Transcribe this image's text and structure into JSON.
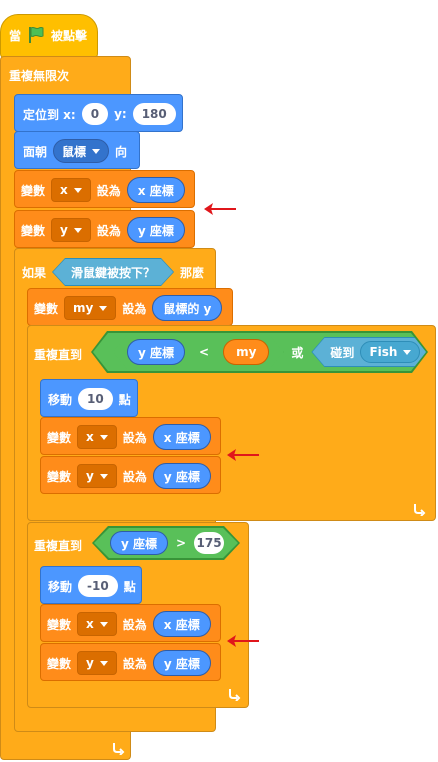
{
  "hat": {
    "when": "當",
    "clicked": "被點擊"
  },
  "forever": {
    "label": "重複無限次"
  },
  "goto": {
    "label": "定位到 x:",
    "x": "0",
    "ylabel": "y:",
    "y": "180"
  },
  "point": {
    "label": "面朝",
    "target": "鼠標",
    "suffix": "向"
  },
  "set_x_top": {
    "label": "變數",
    "var": "x",
    "to": "設為",
    "reporter": "x 座標"
  },
  "set_y_top": {
    "label": "變數",
    "var": "y",
    "to": "設為",
    "reporter": "y 座標"
  },
  "if_block": {
    "if": "如果",
    "condition": "滑鼠鍵被按下？",
    "then": "那麼"
  },
  "set_my": {
    "label": "變數",
    "var": "my",
    "to": "設為",
    "reporter": "鼠標的 y"
  },
  "repeat_until_1": {
    "label": "重複直到",
    "left": "y 座標",
    "op": "<",
    "right": "my",
    "or": "或",
    "touch": "碰到",
    "touch_target": "Fish",
    "touch_q": "?"
  },
  "move_1": {
    "label": "移動",
    "steps": "10",
    "unit": "點"
  },
  "set_x_1": {
    "label": "變數",
    "var": "x",
    "to": "設為",
    "reporter": "x 座標"
  },
  "set_y_1": {
    "label": "變數",
    "var": "y",
    "to": "設為",
    "reporter": "y 座標"
  },
  "repeat_until_2": {
    "label": "重複直到",
    "left": "y 座標",
    "op": ">",
    "right": "175"
  },
  "move_2": {
    "label": "移動",
    "steps": "-10",
    "unit": "點"
  },
  "set_x_2": {
    "label": "變數",
    "var": "x",
    "to": "設為",
    "reporter": "x 座標"
  },
  "set_y_2": {
    "label": "變數",
    "var": "y",
    "to": "設為",
    "reporter": "y 座標"
  },
  "colors": {
    "events": "#FFBF00",
    "control": "#FFAB19",
    "motion": "#4C97FF",
    "variables": "#FF8C1A",
    "operators": "#59C059",
    "sensing": "#5CB1D6",
    "annotation_arrow": "#E0161B"
  },
  "icons": {
    "flag": "green-flag-icon",
    "loop": "loop-arrow-icon",
    "annotation": "red-arrow-icon"
  }
}
